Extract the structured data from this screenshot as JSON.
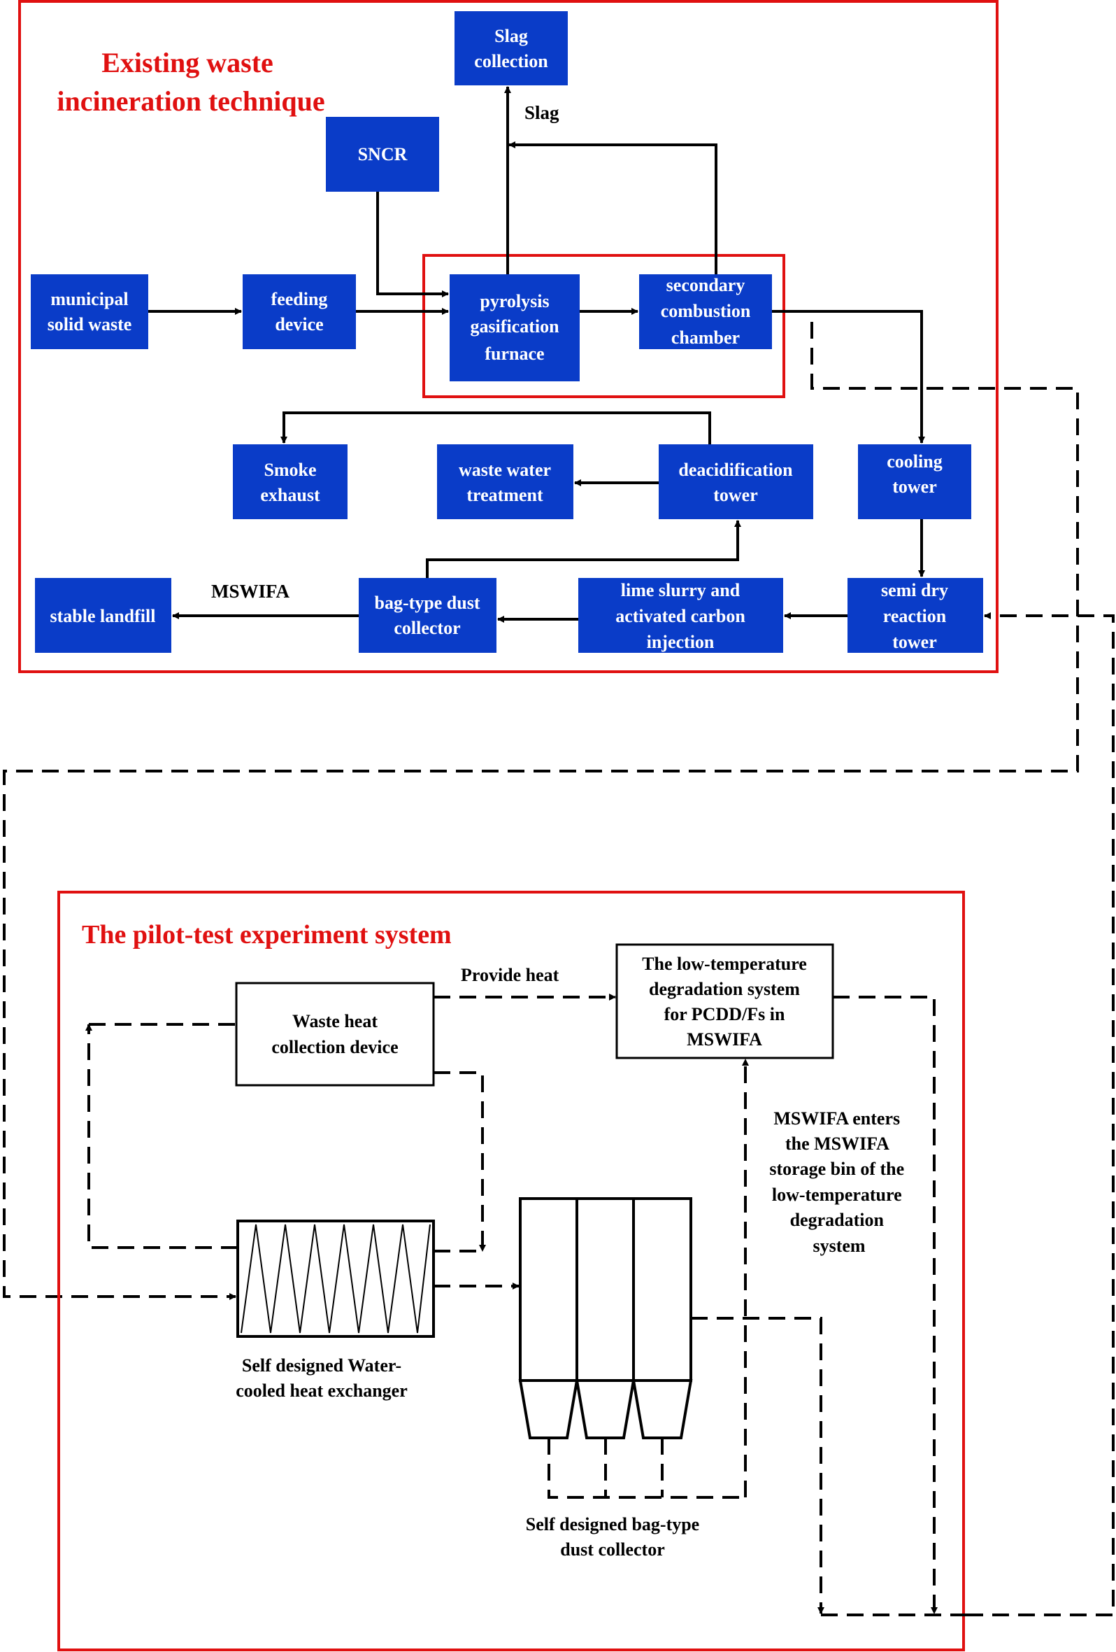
{
  "colors": {
    "box_fill": "#0a3cc8",
    "box_text": "#ffffff",
    "frame": "#e01010",
    "section_title": "#e01010",
    "line": "#000000"
  },
  "top_section": {
    "title_line1": "Existing waste",
    "title_line2": "incineration technique",
    "boxes": {
      "slag_collection": [
        "Slag",
        "collection"
      ],
      "sncr": [
        "SNCR"
      ],
      "municipal_solid_waste": [
        "municipal",
        "solid waste"
      ],
      "feeding_device": [
        "feeding",
        "device"
      ],
      "pyrolysis_furnace": [
        "pyrolysis",
        "gasification",
        "furnace"
      ],
      "secondary_combustion": [
        "secondary",
        "combustion",
        "chamber"
      ],
      "smoke_exhaust": [
        "Smoke",
        "exhaust"
      ],
      "waste_water": [
        "waste water",
        "treatment"
      ],
      "deacidification_tower": [
        "deacidification",
        "tower"
      ],
      "cooling_tower": [
        "cooling",
        "tower"
      ],
      "stable_landfill": [
        "stable landfill"
      ],
      "bag_dust_collector": [
        "bag-type dust",
        "collector"
      ],
      "lime_slurry": [
        "lime slurry and",
        "activated carbon",
        "injection"
      ],
      "semi_dry_tower": [
        "semi dry",
        "reaction",
        "tower"
      ]
    },
    "labels": {
      "slag": "Slag",
      "mswifa": "MSWIFA"
    }
  },
  "bottom_section": {
    "title": "The pilot-test experiment system",
    "boxes": {
      "waste_heat_device": [
        "Waste heat",
        "collection device"
      ],
      "degradation_system": [
        "The low-temperature",
        "degradation system",
        "for PCDD/Fs in",
        "MSWIFA"
      ]
    },
    "labels": {
      "provide_heat": "Provide heat",
      "storage_note": [
        "MSWIFA enters",
        "the MSWIFA",
        "storage bin of the",
        "low-temperature",
        "degradation",
        "system"
      ],
      "heat_exchanger": [
        "Self designed Water-",
        "cooled heat exchanger"
      ],
      "dust_collector": [
        "Self designed bag-type",
        "dust collector"
      ]
    }
  }
}
